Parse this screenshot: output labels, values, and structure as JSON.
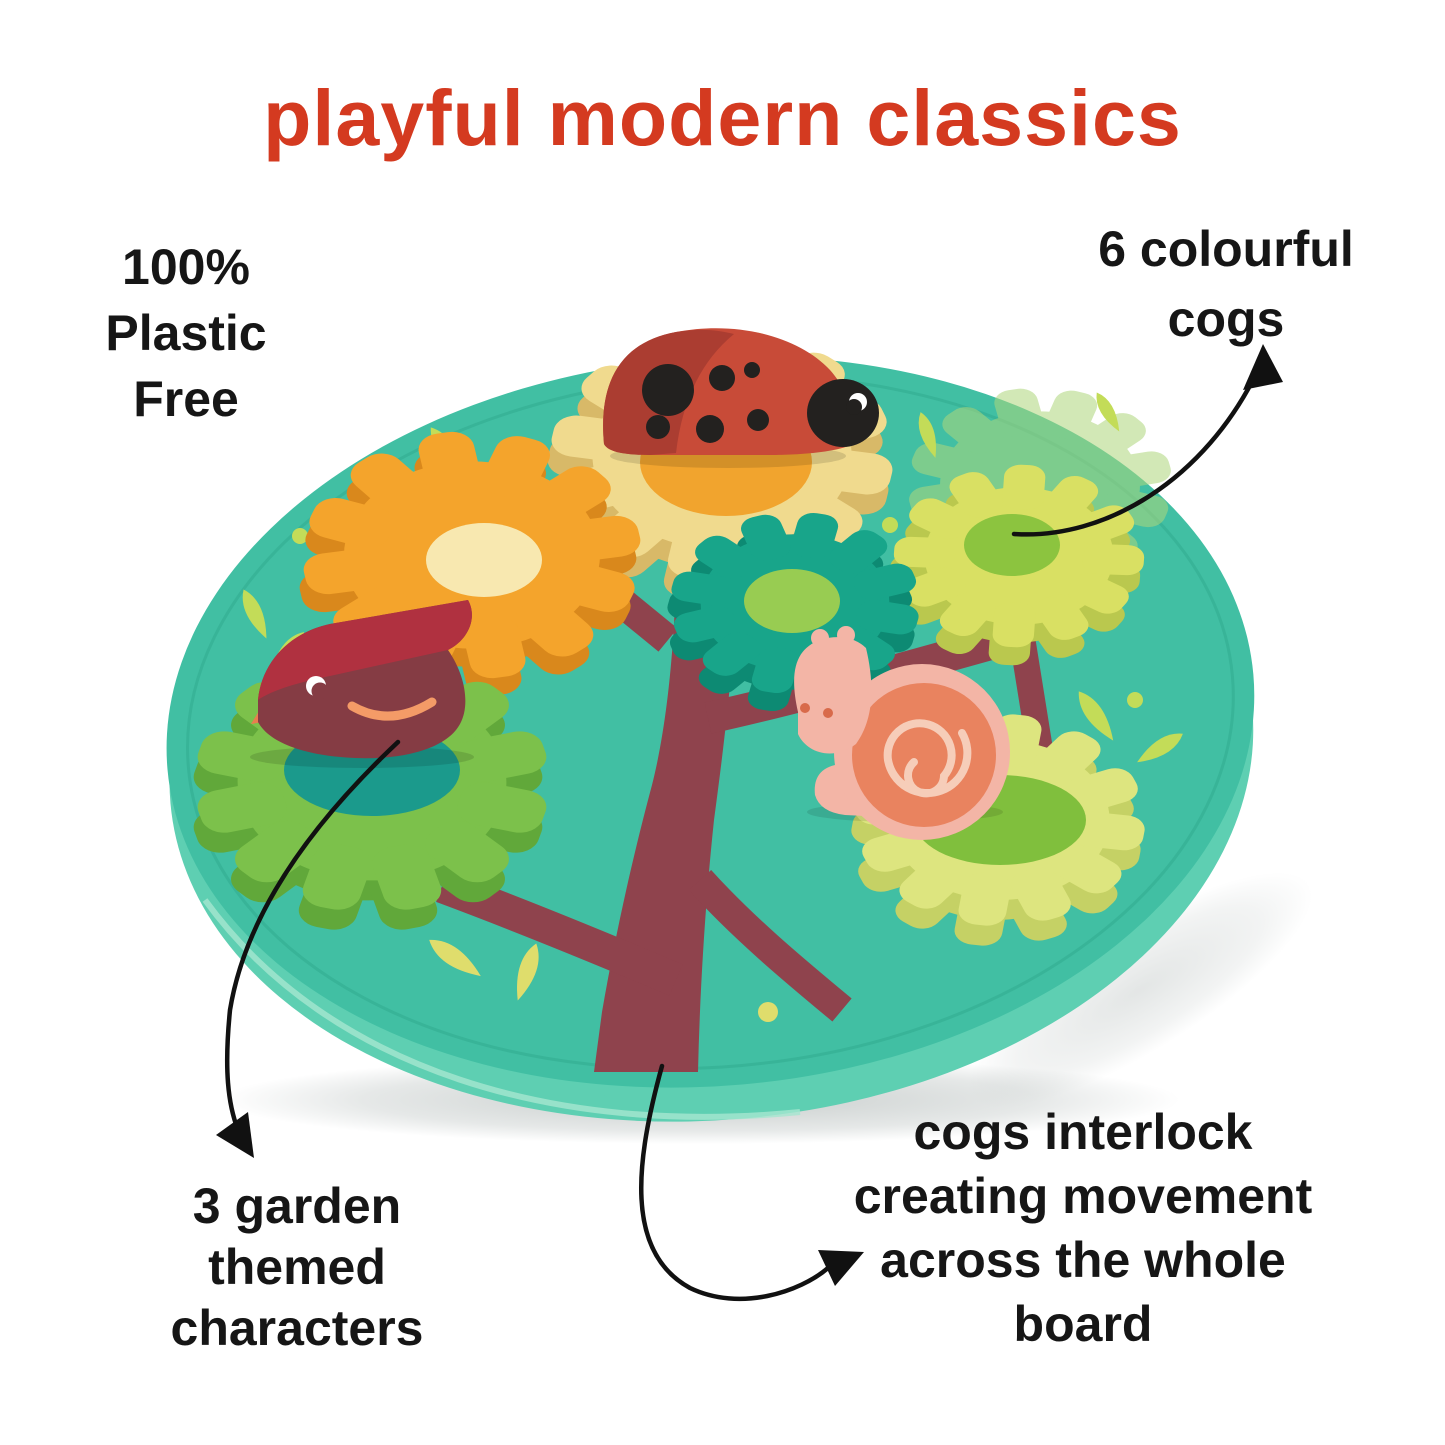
{
  "title": "playful modern classics",
  "annotations": {
    "plastic_free": {
      "lines": [
        "100%",
        "Plastic",
        "Free"
      ]
    },
    "colourful_cogs": {
      "lines": [
        "6 colourful",
        "cogs"
      ]
    },
    "garden_characters": {
      "lines": [
        "3 garden",
        "themed",
        "characters"
      ]
    },
    "cogs_interlock": {
      "lines": [
        "cogs interlock",
        "creating movement",
        "across the whole",
        "board"
      ]
    }
  },
  "toy": {
    "description": "round wooden board with painted tree, interlocking cogs and garden characters",
    "cog_count": 6,
    "character_count": 3,
    "characters": [
      "ladybug",
      "bird",
      "snail"
    ]
  },
  "colors": {
    "title": "#d43a20",
    "text": "#161616",
    "arrow": "#111111",
    "board_top": "#41bfa3",
    "board_side": "#5ecfb2",
    "board_rim": "#a5e6d0",
    "board_edge_line": "#2fa98e",
    "trunk": "#8f434d",
    "leaf_print": "#c3dc58",
    "leaf_print_light": "#dfdd6c",
    "gear_silhouette": "#aed77c",
    "gear_cream": "#f0da8e",
    "gear_cream_side": "#d8b968",
    "gear_cream_center": "#f1a42e",
    "gear_orange": "#f4a42c",
    "gear_orange_side": "#d9881c",
    "gear_orange_center": "#f8e8b0",
    "gear_teal": "#18a58a",
    "gear_teal_side": "#0d8a73",
    "gear_teal_center": "#98cc52",
    "gear_lime": "#d9e063",
    "gear_lime_side": "#bac84e",
    "gear_lime_center": "#8cc43f",
    "gear_green": "#7cc14b",
    "gear_green_side": "#61a83a",
    "gear_green_center": "#1b9a8c",
    "gear_pale": "#dde57f",
    "gear_pale_side": "#c5d165",
    "gear_pale_center": "#80bf3d",
    "ladybug_red": "#c84b38",
    "ladybug_dark": "#ab3d31",
    "ladybug_black": "#23211f",
    "bird_body": "#853c44",
    "bird_wing": "#b03140",
    "bird_beak": "#e87e4e",
    "bird_smile": "#f49b67",
    "snail_pink": "#f3b5a6",
    "snail_shell": "#e9835f",
    "snail_spiral": "#f6cdb9",
    "snail_eye": "#d86a4a"
  }
}
